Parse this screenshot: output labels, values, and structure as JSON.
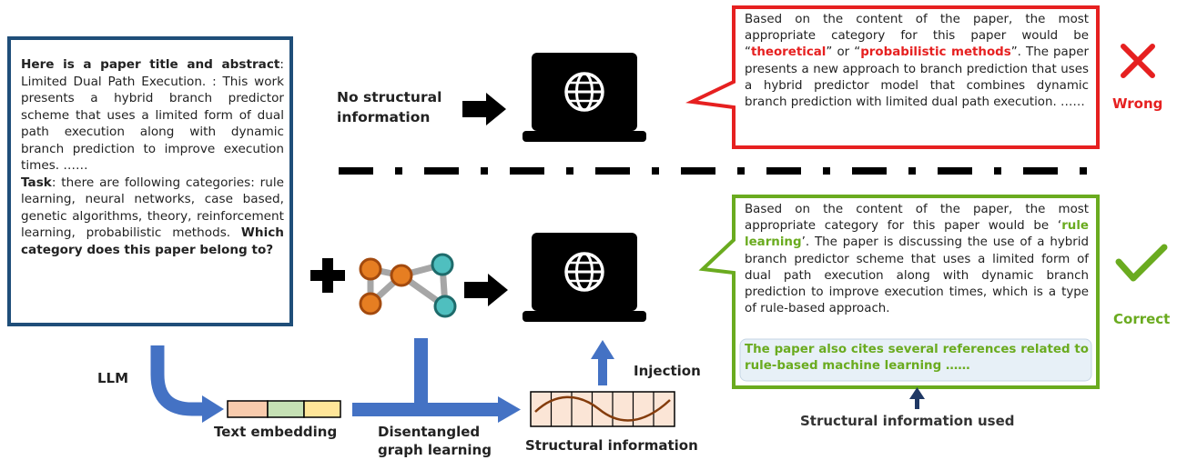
{
  "prompt": {
    "intro_bold": "Here is a paper title and abstract",
    "intro_rest": ": Limited Dual Path Execution. : This work presents a hybrid branch predictor scheme that uses a limited form of dual path execution along with dynamic branch prediction to improve execution times. ……",
    "task_bold": "Task",
    "task_rest": ": there are following categories: rule learning, neural networks, case based, genetic algorithms, theory, reinforcement learning, probabilistic methods.",
    "question_bold": "Which category does this paper belong to?"
  },
  "top": {
    "label": "No structural information",
    "response_pre": "Based on the content of the paper, the most appropriate category for this paper would be “",
    "response_cat1": "theoretical",
    "response_mid": "” or “",
    "response_cat2": "probabilistic methods",
    "response_post": "”. The paper presents a new approach to branch prediction that uses a hybrid predictor model that combines dynamic branch prediction with limited dual path execution. ……",
    "verdict": "Wrong"
  },
  "bottom": {
    "response_pre": "Based on the content of the paper, the most appropriate category for this paper would be ‘",
    "response_cat": "rule learning",
    "response_post": "’. The paper is discussing the use of a hybrid branch predictor scheme that uses a limited form of dual path execution along with dynamic branch prediction to improve execution times, which is a type of rule-based approach.",
    "response_highlight": "The paper also cites several references related to rule-based machine learning ……",
    "verdict": "Correct",
    "structural_used": "Structural information used"
  },
  "pipeline": {
    "llm": "LLM",
    "text_embedding": "Text embedding",
    "disentangled": "Disentangled graph learning",
    "structural": "Structural information",
    "injection": "Injection"
  },
  "colors": {
    "wrong": "#e62020",
    "correct": "#6aab1f",
    "blue": "#4472c4",
    "navy": "#1f4e79"
  },
  "icons": [
    "laptop-globe-icon",
    "graph-icon",
    "cross-icon",
    "check-icon",
    "arrow-icon"
  ]
}
